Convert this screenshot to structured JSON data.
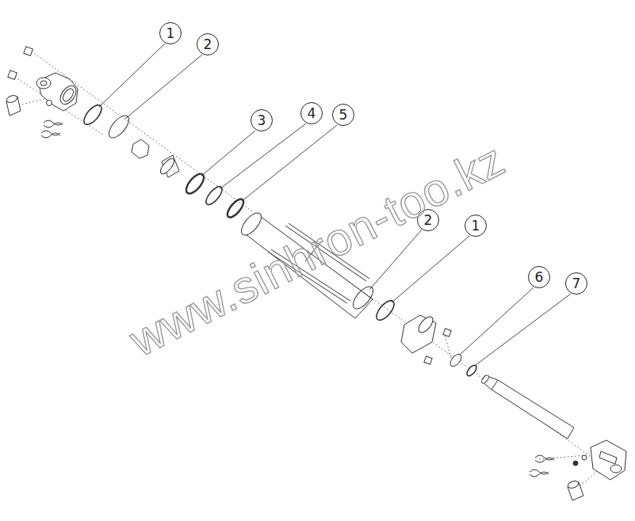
{
  "diagram": {
    "labels": [
      "1",
      "2",
      "3",
      "4",
      "5",
      "2",
      "1",
      "6",
      "7",
      "www.sinhron-too.kz"
    ]
  }
}
